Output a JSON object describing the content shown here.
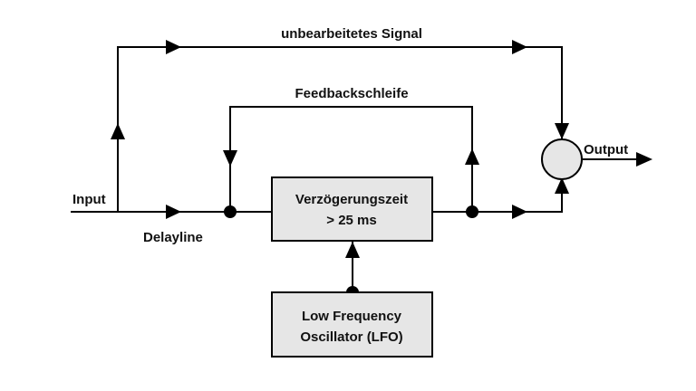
{
  "labels": {
    "input": "Input",
    "delayline": "Delayline",
    "dry_signal": "unbearbeitetes Signal",
    "feedback": "Feedbackschleife",
    "output": "Output"
  },
  "delay_block": {
    "line1": "Verzögerungszeit",
    "line2": "> 25 ms"
  },
  "lfo_block": {
    "line1": "Low Frequency",
    "line2": "Oscillator (LFO)"
  },
  "colors": {
    "block_fill": "#e6e6e6",
    "mixer_fill": "#e6e6e6",
    "line": "#000000"
  }
}
